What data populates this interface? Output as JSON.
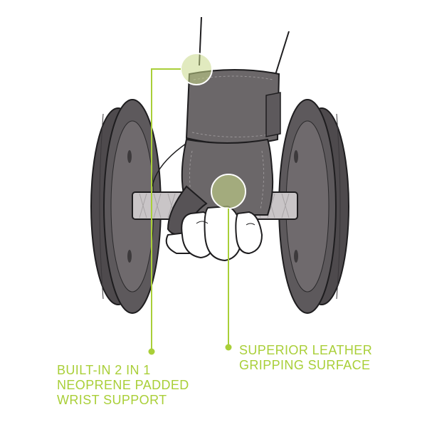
{
  "colors": {
    "accent": "#a9cf38",
    "accent_fill": "#c8d98a",
    "plate_dark": "#4e4a4d",
    "plate_mid": "#5d595c",
    "plate_light": "#6f6a6d",
    "glove": "#6b6769",
    "glove_shadow": "#575356",
    "outline": "#1e1d1f",
    "handle": "#c9c5c7"
  },
  "icons": {
    "left_plate": "weight-plate-icon",
    "right_plate": "weight-plate-icon",
    "glove": "lifting-glove-icon"
  },
  "callouts": {
    "wrist_support": {
      "line1": "BUILT-IN 2 IN 1",
      "line2": "NEOPRENE PADDED",
      "line3": "WRIST SUPPORT"
    },
    "gripping_surface": {
      "line1": "SUPERIOR LEATHER",
      "line2": "GRIPPING SURFACE"
    }
  }
}
